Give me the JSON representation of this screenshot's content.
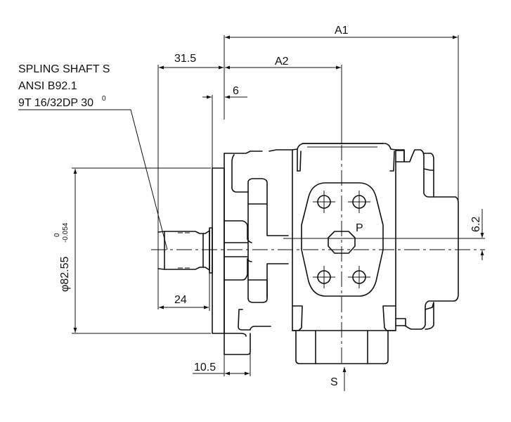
{
  "drawing": {
    "title": "Gear pump dimensional drawing",
    "note": {
      "line1": "SPLING SHAFT S",
      "line2": "ANSI B92.1",
      "line3": "9T 16/32DP 30",
      "line3_superscript": "0"
    },
    "dimensions": {
      "a1": "A1",
      "a2": "A2",
      "d31_5": "31.5",
      "d6": "6",
      "d24": "24",
      "d10_5": "10.5",
      "d6_2": "6.2",
      "pilot_diameter": "φ82.55",
      "pilot_tol_upper": "0",
      "pilot_tol_lower": "-0.054"
    },
    "ports": {
      "pressure": "P",
      "suction": "S"
    }
  }
}
